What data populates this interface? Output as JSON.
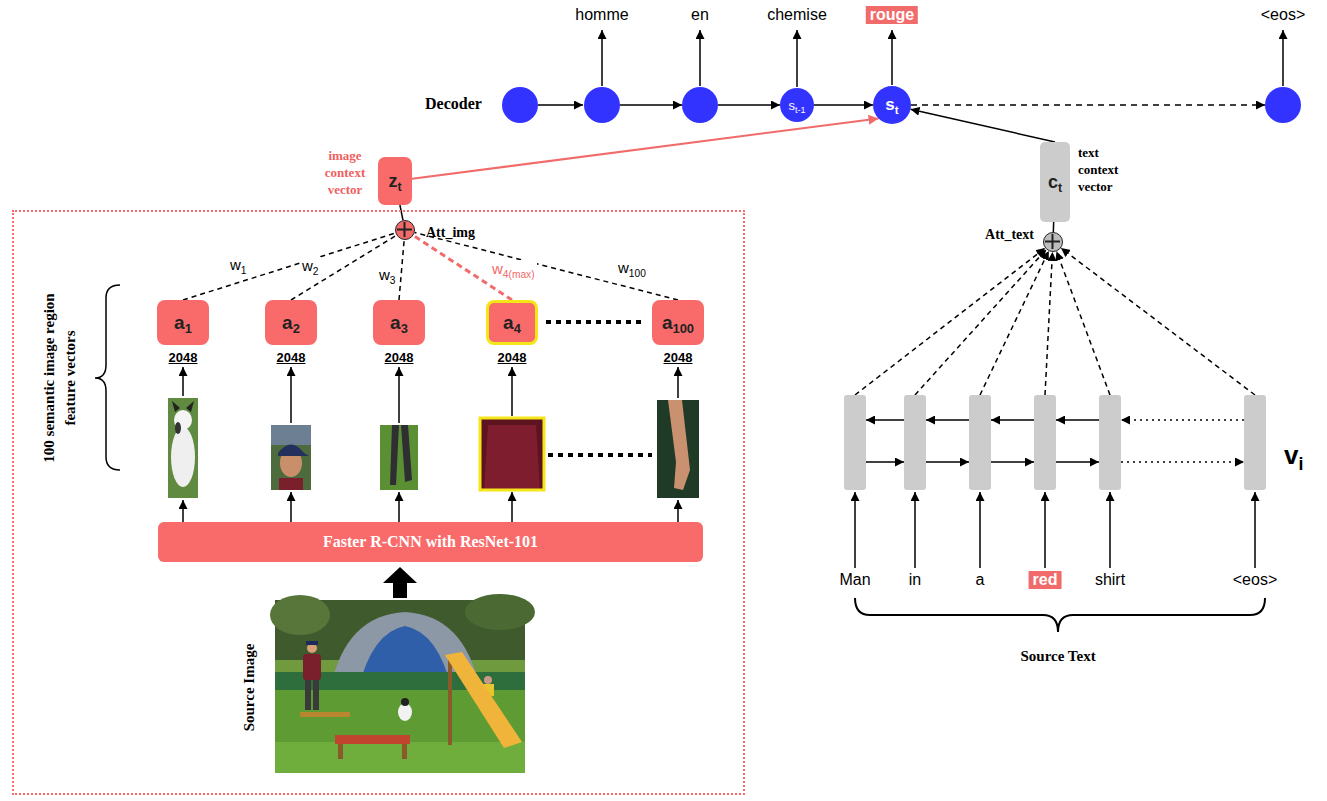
{
  "diagram": {
    "nodes": [
      {
        "text": [
          "homme"
        ]
      },
      {
        "text": [
          "en"
        ]
      },
      {
        "text": [
          "s",
          "t-1",
          "chemise"
        ]
      },
      {
        "text": [
          "s",
          "t",
          "rouge"
        ]
      },
      {
        "text": [
          "<eos>"
        ]
      },
      {
        "text": [
          "z",
          "t",
          "image context vector"
        ]
      },
      {
        "text": [
          "c",
          "t",
          "text context vector"
        ]
      },
      {
        "text": [
          "100 semantic image region feature vectors",
          "Source Image"
        ]
      },
      {
        "text": [
          "Att_img"
        ],
        "in": 7
      },
      {
        "text": [
          "Att_text"
        ]
      },
      {
        "text": [
          "a",
          "1",
          "2048"
        ],
        "in": 7
      },
      {
        "text": [
          "a",
          "2",
          "2048"
        ],
        "in": 7
      },
      {
        "text": [
          "a",
          "3",
          "2048"
        ],
        "in": 7
      },
      {
        "text": [
          "a",
          "4",
          "2048"
        ],
        "in": 7
      },
      {
        "text": [
          "a",
          "100",
          "2048"
        ],
        "in": 7
      },
      {
        "text": [
          "Faster R-CNN with ResNet-101"
        ],
        "in": 7
      },
      {
        "text": [
          "Man"
        ]
      },
      {
        "text": [
          "in"
        ]
      },
      {
        "text": [
          "a"
        ]
      },
      {
        "text": [
          "red"
        ]
      },
      {
        "text": [
          "shirt"
        ]
      },
      {
        "text": [
          "<eos>"
        ]
      }
    ],
    "edges": [
      {
        "from": 0,
        "to": 1,
        "arrow": "to"
      },
      {
        "from": 1,
        "to": 2,
        "arrow": "to"
      },
      {
        "from": 2,
        "to": 3,
        "arrow": "to"
      },
      {
        "from": 3,
        "to": 4,
        "arrow": "to"
      },
      {
        "from": 5,
        "to": 3,
        "arrow": "to"
      },
      {
        "from": 6,
        "to": 3,
        "arrow": "to"
      },
      {
        "from": 8,
        "to": 5,
        "arrow": "none"
      },
      {
        "from": 9,
        "to": 6,
        "arrow": "none"
      },
      {
        "from": 10,
        "to": 8,
        "arrow": "none"
      },
      {
        "from": 11,
        "to": 8,
        "arrow": "none"
      },
      {
        "from": 12,
        "to": 8,
        "arrow": "none"
      },
      {
        "from": 13,
        "to": 8,
        "arrow": "none"
      },
      {
        "from": 14,
        "to": 8,
        "arrow": "none"
      },
      {
        "from": 15,
        "to": 10,
        "arrow": "to"
      },
      {
        "from": 15,
        "to": 11,
        "arrow": "to"
      },
      {
        "from": 15,
        "to": 12,
        "arrow": "to"
      },
      {
        "from": 15,
        "to": 13,
        "arrow": "to"
      },
      {
        "from": 15,
        "to": 14,
        "arrow": "to"
      },
      {
        "from": 16,
        "to": 9,
        "arrow": "to"
      },
      {
        "from": 17,
        "to": 9,
        "arrow": "to"
      },
      {
        "from": 18,
        "to": 9,
        "arrow": "to"
      },
      {
        "from": 19,
        "to": 9,
        "arrow": "to"
      },
      {
        "from": 20,
        "to": 9,
        "arrow": "to"
      },
      {
        "from": 21,
        "to": 9,
        "arrow": "to"
      },
      {
        "from": 16,
        "to": 17,
        "arrow": "to"
      },
      {
        "from": 17,
        "to": 18,
        "arrow": "to"
      },
      {
        "from": 18,
        "to": 19,
        "arrow": "to"
      },
      {
        "from": 19,
        "to": 20,
        "arrow": "to"
      },
      {
        "from": 20,
        "to": 21,
        "arrow": "to"
      },
      {
        "from": 17,
        "to": 16,
        "arrow": "to"
      },
      {
        "from": 18,
        "to": 17,
        "arrow": "to"
      },
      {
        "from": 19,
        "to": 18,
        "arrow": "to"
      },
      {
        "from": 20,
        "to": 19,
        "arrow": "to"
      },
      {
        "from": 21,
        "to": 20,
        "arrow": "to"
      }
    ],
    "labels": [
      "Decoder",
      "w",
      "1",
      "w",
      "2",
      "w",
      "3",
      "w",
      "4(max)",
      "w",
      "100",
      "v",
      "i",
      "Source Text"
    ]
  }
}
